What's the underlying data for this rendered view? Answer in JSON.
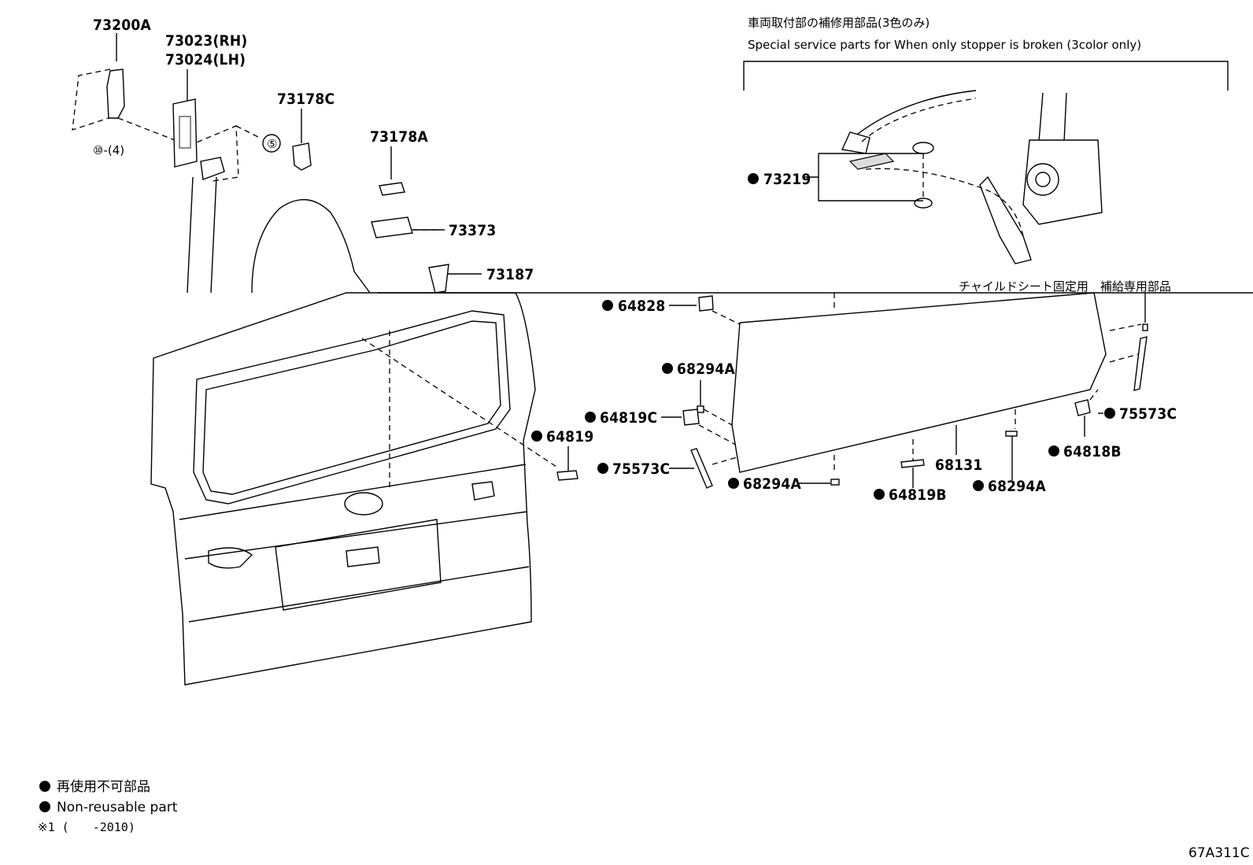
{
  "callouts": {
    "c73200A": "73200A",
    "c73023": "73023(RH)",
    "c73024": "73024(LH)",
    "c73178C": "73178C",
    "c73178A": "73178A",
    "c73373": "73373",
    "c73187": "73187",
    "c73219": "73219",
    "c64828": "64828",
    "c68294A_1": "68294A",
    "c64819C": "64819C",
    "c64819": "64819",
    "c75573C_1": "75573C",
    "c68294A_2": "68294A",
    "c68131": "68131",
    "c64819B": "64819B",
    "c68294A_3": "68294A",
    "c64818B": "64818B",
    "c75573C_2": "75573C",
    "qty10": "⑩-(4)",
    "qty5": "⑤"
  },
  "inset": {
    "title_jp": "車両取付部の補修用部品(3色のみ)",
    "title_en": "Special service parts for When only stopper is broken (3color only)"
  },
  "child_seat_label": "チャイルドシート固定用　補給専用部品",
  "legend": {
    "jp": "再使用不可部品",
    "en": "Non-reusable part",
    "note": "※1 (　　-2010)"
  },
  "diagram_code": "67A311C"
}
